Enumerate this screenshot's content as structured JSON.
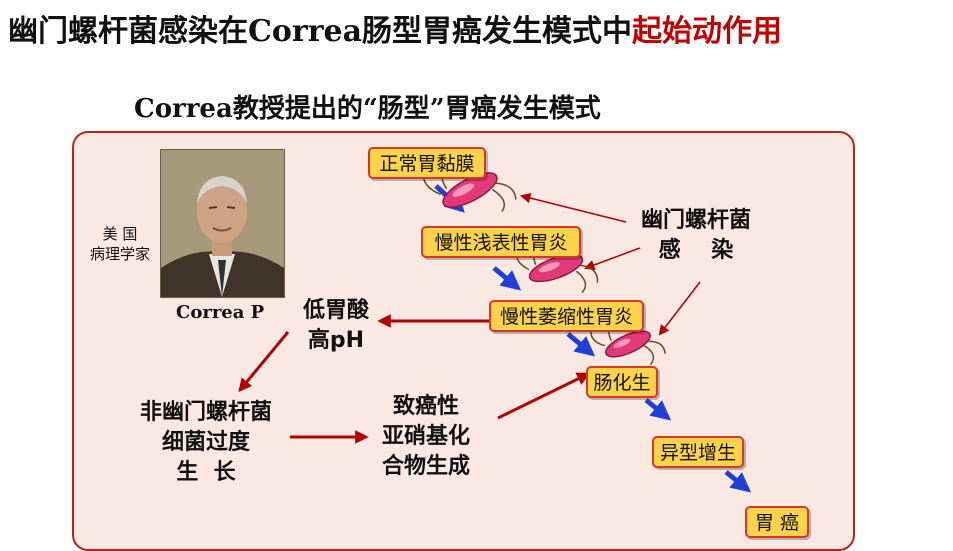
{
  "header": {
    "title_main": "幽门螺杆菌感染在Correa肠型胃癌发生模式中",
    "title_highlight": "起始动作用",
    "subtitle": "Correa教授提出的“肠型”胃癌发生模式"
  },
  "person": {
    "caption_line1": "美 国",
    "caption_line2": "病理学家",
    "name": "Correa P"
  },
  "stages": [
    "正常胃黏膜",
    "慢性浅表性胃炎",
    "慢性萎缩性胃炎",
    "肠化生",
    "异型增生",
    "胃 癌"
  ],
  "hp_label": {
    "line1": "幽门螺杆菌",
    "line2": "感    染"
  },
  "low_acid": {
    "line1": "低胃酸",
    "line2": "高pH"
  },
  "non_hp": {
    "line1": "非幽门螺杆菌",
    "line2": "细菌过度",
    "line3": "生  长"
  },
  "carcinogen": {
    "line1": "致癌性",
    "line2": "亚硝基化",
    "line3": "合物生成"
  },
  "colors": {
    "highlight": "#c00000",
    "panel_bg": "#fce8e2",
    "panel_border": "#b3261e",
    "stage_fill": "#fbd34a",
    "stage_border": "#d9372a",
    "blue_arrow": "#1f3fd6",
    "red_arrow": "#b00000"
  }
}
